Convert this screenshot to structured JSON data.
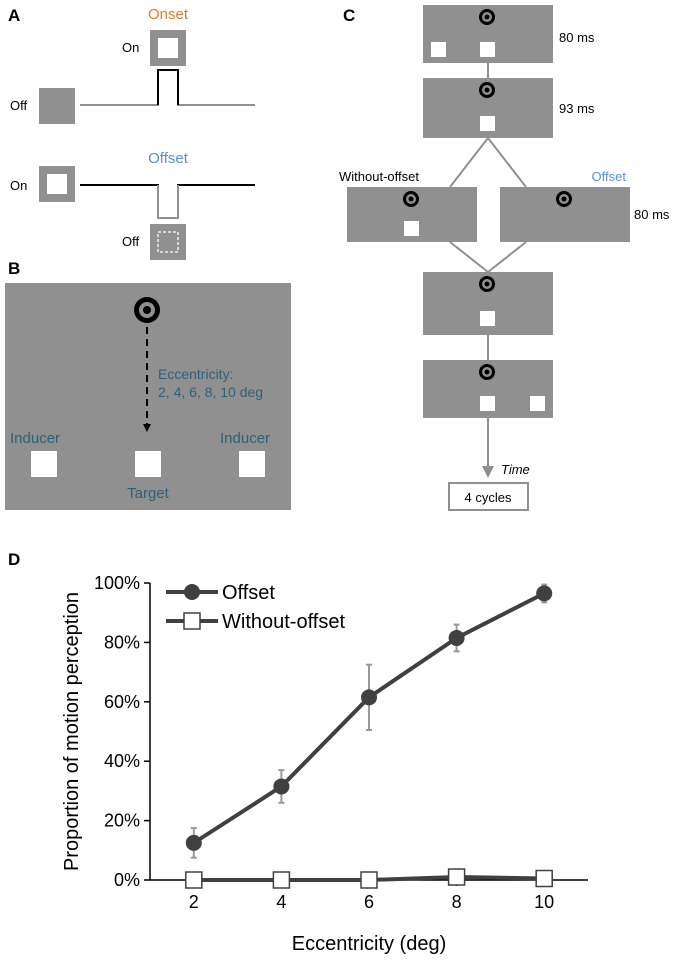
{
  "panel_a": {
    "letter": "A",
    "onset_title": "Onset",
    "offset_title": "Offset",
    "on_label_top": "On",
    "off_label_top": "Off",
    "on_label_bottom": "On",
    "off_label_bottom": "Off",
    "onset_color": "#e07b2a",
    "offset_color": "#5b8ed1"
  },
  "panel_b": {
    "letter": "B",
    "eccentricity_line1": "Eccentricity:",
    "eccentricity_line2": "2, 4, 6, 8, 10 deg",
    "inducer_left": "Inducer",
    "inducer_right": "Inducer",
    "target": "Target",
    "text_color": "#2f5f78"
  },
  "panel_c": {
    "letter": "C",
    "frame1_duration": "80 ms",
    "frame2_duration": "93 ms",
    "frame3_duration": "80 ms",
    "without_offset_label": "Without-offset",
    "offset_label": "Offset",
    "time_label": "Time",
    "cycles_label": "4 cycles",
    "offset_color": "#5b8ed1"
  },
  "panel_d": {
    "letter": "D"
  },
  "chart_data": {
    "type": "line",
    "x": [
      2,
      4,
      6,
      8,
      10
    ],
    "series": [
      {
        "name": "Offset",
        "values": [
          12.5,
          31.5,
          61.5,
          81.5,
          96.5
        ],
        "error": [
          5,
          5.5,
          11,
          4.5,
          3
        ],
        "marker": "filled-circle",
        "color": "#404040"
      },
      {
        "name": "Without-offset",
        "values": [
          0,
          0,
          0,
          1,
          0.5
        ],
        "error": [
          0,
          0,
          0,
          0.8,
          0.5
        ],
        "marker": "open-square",
        "color": "#404040"
      }
    ],
    "xlabel": "Eccentricity (deg)",
    "ylabel": "Proportion of motion perception",
    "xticks": [
      "2",
      "4",
      "6",
      "8",
      "10"
    ],
    "yticks": [
      "0%",
      "20%",
      "40%",
      "60%",
      "80%",
      "100%"
    ],
    "xlim": [
      1,
      11
    ],
    "ylim": [
      0,
      100
    ],
    "grid": false,
    "legend_position": "top-left"
  }
}
